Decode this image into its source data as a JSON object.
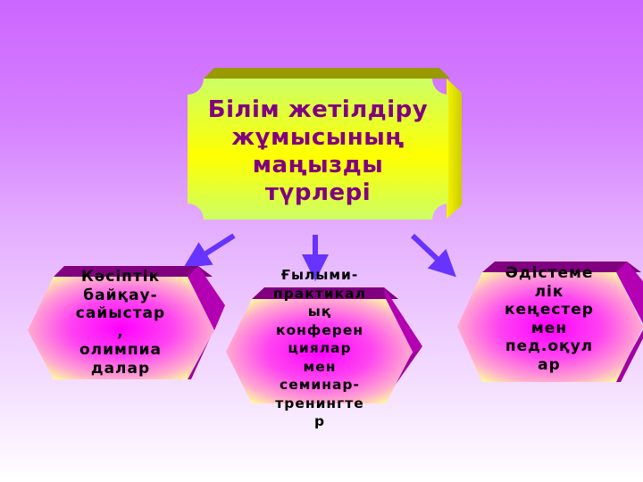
{
  "colors": {
    "background_top": "#cc66ff",
    "background_bottom": "#ffffff",
    "title_box_face_top": "#ccff66",
    "title_box_face_middle": "#ffff00",
    "title_box_bevel": "#999900",
    "title_box_side": "#e6e600",
    "title_text": "#800080",
    "hex_center": "#ff00ff",
    "hex_edge": "#ffff99",
    "hex_top_bevel": "#800080",
    "hex_side": "#b300b3",
    "arrow": "#6633ff",
    "hex_text": "#000000"
  },
  "title_box": {
    "lines": [
      "Білім жетілдіру",
      "жұмысының",
      "маңызды",
      "түрлері"
    ]
  },
  "nodes": [
    {
      "id": "left",
      "lines": [
        "Кәсіптік",
        "байқау-",
        "сайыстар",
        ",",
        "олимпиа",
        "далар"
      ]
    },
    {
      "id": "middle",
      "lines": [
        "Ғылыми-",
        "практикал",
        "ық",
        "конферен",
        "циялар",
        "мен",
        "семинар-",
        "тренингте",
        "р"
      ]
    },
    {
      "id": "right",
      "lines": [
        "Әдістеме",
        "лік",
        "кеңестер",
        "мен",
        "пед.оқул",
        "ар"
      ]
    }
  ],
  "arrows": [
    {
      "id": "arrow-left",
      "direction": "down-left"
    },
    {
      "id": "arrow-middle",
      "direction": "down"
    },
    {
      "id": "arrow-right",
      "direction": "down-right"
    }
  ]
}
